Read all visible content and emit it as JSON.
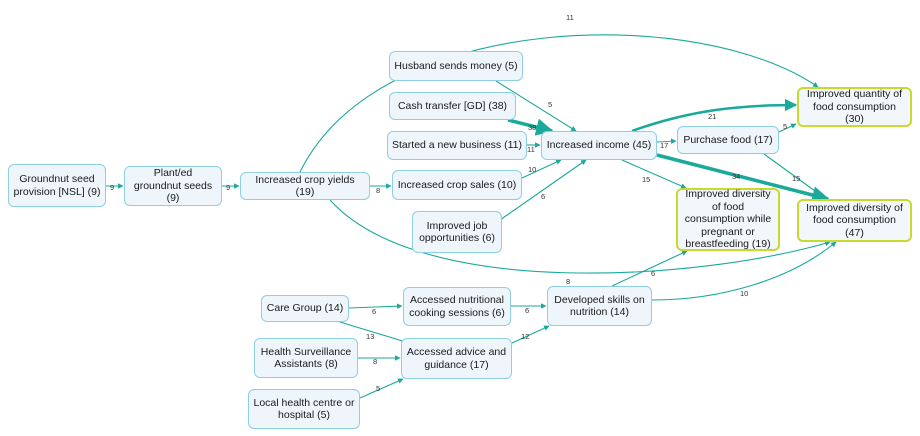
{
  "nodes": [
    {
      "id": "groundnut-seed",
      "label": "Groundnut seed provision [NSL] (9)"
    },
    {
      "id": "planted-seeds",
      "label": "Plant/ed groundnut seeds (9)"
    },
    {
      "id": "crop-yields",
      "label": "Increased crop yields (19)"
    },
    {
      "id": "husband-money",
      "label": "Husband sends money (5)"
    },
    {
      "id": "cash-transfer",
      "label": "Cash transfer [GD] (38)"
    },
    {
      "id": "new-business",
      "label": "Started a new business (11)"
    },
    {
      "id": "crop-sales",
      "label": "Increased crop sales (10)"
    },
    {
      "id": "job-opportunities",
      "label": "Improved job opportunities (6)"
    },
    {
      "id": "increased-income",
      "label": "Increased income (45)"
    },
    {
      "id": "purchase-food",
      "label": "Purchase food (17)"
    },
    {
      "id": "quantity-consumption",
      "label": "Improved quantity of food consumption (30)"
    },
    {
      "id": "diversity-pregnant",
      "label": "Improved diversity of food consumption while pregnant or breastfeeding (19)"
    },
    {
      "id": "diversity-consumption",
      "label": "Improved diversity of food consumption (47)"
    },
    {
      "id": "care-group",
      "label": "Care Group (14)"
    },
    {
      "id": "cooking-sessions",
      "label": "Accessed nutritional cooking sessions (6)"
    },
    {
      "id": "skills-nutrition",
      "label": "Developed skills on nutrition (14)"
    },
    {
      "id": "health-assistants",
      "label": "Health Surveillance Assistants (8)"
    },
    {
      "id": "advice-guidance",
      "label": "Accessed advice and guidance (17)"
    },
    {
      "id": "health-centre",
      "label": "Local health centre or hospital (5)"
    }
  ],
  "edges": [
    {
      "from": "groundnut-seed",
      "to": "planted-seeds",
      "label": "9"
    },
    {
      "from": "planted-seeds",
      "to": "crop-yields",
      "label": "9"
    },
    {
      "from": "crop-yields",
      "to": "crop-sales",
      "label": "8"
    },
    {
      "from": "crop-yields",
      "to": "quantity-consumption",
      "label": "11"
    },
    {
      "from": "crop-yields",
      "to": "diversity-consumption",
      "label": "8"
    },
    {
      "from": "husband-money",
      "to": "increased-income",
      "label": "5"
    },
    {
      "from": "cash-transfer",
      "to": "increased-income",
      "label": "38"
    },
    {
      "from": "new-business",
      "to": "increased-income",
      "label": "11"
    },
    {
      "from": "crop-sales",
      "to": "increased-income",
      "label": "10"
    },
    {
      "from": "job-opportunities",
      "to": "increased-income",
      "label": "6"
    },
    {
      "from": "increased-income",
      "to": "purchase-food",
      "label": "17"
    },
    {
      "from": "increased-income",
      "to": "quantity-consumption",
      "label": "21"
    },
    {
      "from": "increased-income",
      "to": "diversity-consumption",
      "label": "34"
    },
    {
      "from": "increased-income",
      "to": "diversity-pregnant",
      "label": "15"
    },
    {
      "from": "purchase-food",
      "to": "quantity-consumption",
      "label": "5"
    },
    {
      "from": "purchase-food",
      "to": "diversity-consumption",
      "label": "15"
    },
    {
      "from": "care-group",
      "to": "cooking-sessions",
      "label": "6"
    },
    {
      "from": "care-group",
      "to": "advice-guidance",
      "label": "13"
    },
    {
      "from": "cooking-sessions",
      "to": "skills-nutrition",
      "label": "6"
    },
    {
      "from": "health-assistants",
      "to": "advice-guidance",
      "label": "8"
    },
    {
      "from": "health-centre",
      "to": "advice-guidance",
      "label": "5"
    },
    {
      "from": "advice-guidance",
      "to": "skills-nutrition",
      "label": "12"
    },
    {
      "from": "skills-nutrition",
      "to": "diversity-pregnant",
      "label": "6"
    },
    {
      "from": "skills-nutrition",
      "to": "diversity-consumption",
      "label": "10"
    }
  ],
  "colors": {
    "edge": "#1aa99a",
    "node_border": "#8ecfe3",
    "node_fill": "#eef6fc",
    "outcome_border": "#c8d92f"
  }
}
